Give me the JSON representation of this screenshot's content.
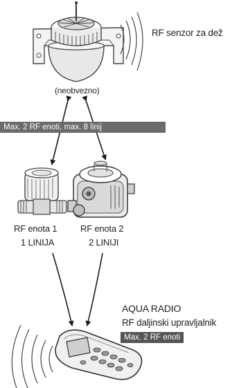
{
  "rain_sensor": {
    "label": "RF senzor za dež",
    "note": "(neobvezno)",
    "icon": "rain-sensor-icon"
  },
  "link_limit_banner": {
    "text": "Max. 2 RF enoti, max. 8 linij",
    "color": "#6b6b6b"
  },
  "units": [
    {
      "title": "RF enota 1",
      "lines": "1 LINIJA",
      "icon": "single-line-valve-icon"
    },
    {
      "title": "RF enota 2",
      "lines": "2 LINIJI",
      "icon": "dual-line-controller-icon"
    }
  ],
  "remote": {
    "name": "AQUA RADIO",
    "description": "RF daljinski upravljalnik",
    "limit": "Max. 2 RF enoti",
    "limit_color": "#555555",
    "icon": "remote-control-icon"
  },
  "colors": {
    "line": "#1a1a1a",
    "device_fill": "#f2f2f2",
    "device_stroke": "#444444"
  }
}
